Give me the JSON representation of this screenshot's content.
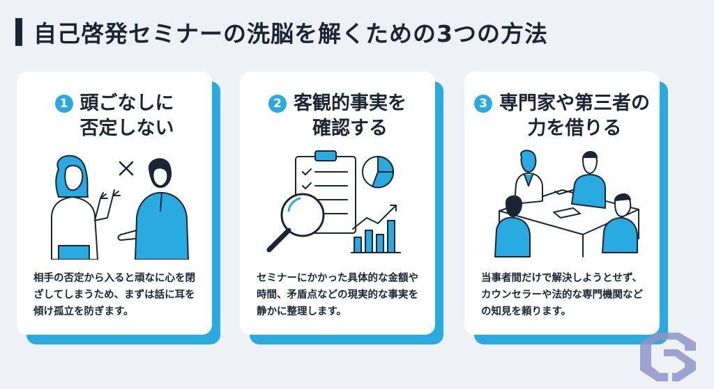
{
  "title": "自己啓発セミナーの洗脳を解くための3つの方法",
  "cards": [
    {
      "number": "1",
      "heading": "頭ごなしに\n否定しない",
      "body": "相手の否定から入ると頑なに心を閉ざしてしまうため、まずは話に耳を傾け孤立を防ぎます。",
      "icon": "two-people-disagreeing-icon"
    },
    {
      "number": "2",
      "heading": "客観的事実を\n確認する",
      "body": "セミナーにかかった具体的な金額や時間、矛盾点などの現実的な事実を静かに整理します。",
      "icon": "clipboard-magnifier-chart-icon"
    },
    {
      "number": "3",
      "heading": "専門家や第三者の\n力を借りる",
      "body": "当事者間だけで解決しようとせず、カウンセラーや法的な専門機関などの知見を頼ります。",
      "icon": "meeting-table-icon"
    }
  ],
  "colors": {
    "accent": "#29abe2",
    "ink": "#1b2433",
    "background": "#eef1f5",
    "card": "#ffffff"
  }
}
